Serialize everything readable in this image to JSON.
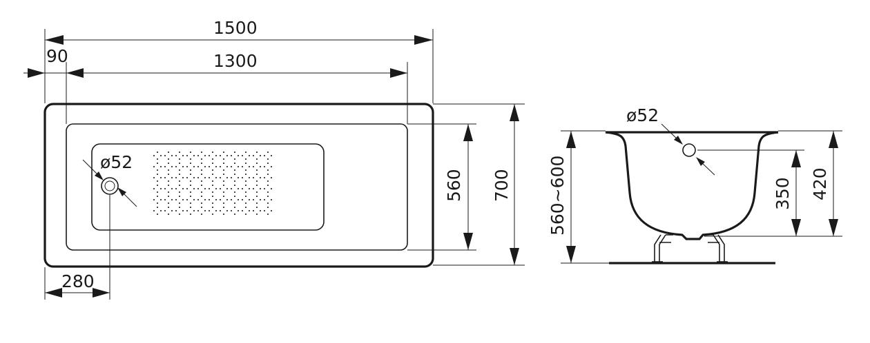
{
  "diagram": {
    "top_view": {
      "total_length": "1500",
      "rim_offset": "90",
      "inner_length": "1300",
      "inner_width": "560",
      "total_width": "700",
      "drain_offset": "280",
      "drain_diameter": "ø52"
    },
    "side_view": {
      "drain_diameter": "ø52",
      "drain_height": "350",
      "rim_depth": "420",
      "total_height": "560~600"
    },
    "colors": {
      "line": "#1a1a1a",
      "background": "#ffffff",
      "dots": "#333333"
    }
  }
}
